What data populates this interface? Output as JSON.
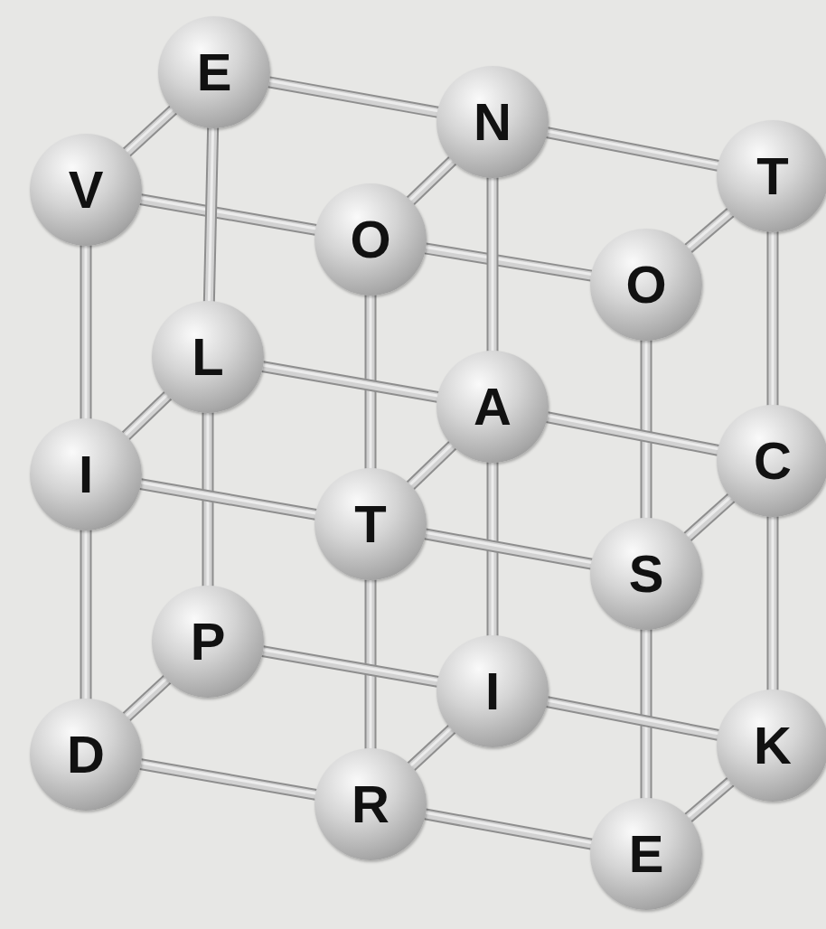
{
  "diagram": {
    "nodes": [
      {
        "text": [
          "E"
        ]
      },
      {
        "text": [
          "N"
        ]
      },
      {
        "text": [
          "T"
        ]
      },
      {
        "text": [
          "V"
        ]
      },
      {
        "text": [
          "O"
        ]
      },
      {
        "text": [
          "O"
        ]
      },
      {
        "text": [
          "L"
        ]
      },
      {
        "text": [
          "A"
        ]
      },
      {
        "text": [
          "C"
        ]
      },
      {
        "text": [
          "I"
        ]
      },
      {
        "text": [
          "T"
        ]
      },
      {
        "text": [
          "S"
        ]
      },
      {
        "text": [
          "P"
        ]
      },
      {
        "text": [
          "I"
        ]
      },
      {
        "text": [
          "K"
        ]
      },
      {
        "text": [
          "D"
        ]
      },
      {
        "text": [
          "R"
        ]
      },
      {
        "text": [
          "E"
        ]
      }
    ],
    "edges": [
      {
        "from": 3,
        "to": 0,
        "arrow": "none"
      },
      {
        "from": 4,
        "to": 1,
        "arrow": "none"
      },
      {
        "from": 5,
        "to": 2,
        "arrow": "none"
      },
      {
        "from": 0,
        "to": 1,
        "arrow": "none"
      },
      {
        "from": 1,
        "to": 2,
        "arrow": "none"
      },
      {
        "from": 3,
        "to": 4,
        "arrow": "none"
      },
      {
        "from": 4,
        "to": 5,
        "arrow": "none"
      },
      {
        "from": 0,
        "to": 6,
        "arrow": "none"
      },
      {
        "from": 6,
        "to": 12,
        "arrow": "none"
      },
      {
        "from": 1,
        "to": 7,
        "arrow": "none"
      },
      {
        "from": 7,
        "to": 13,
        "arrow": "none"
      },
      {
        "from": 2,
        "to": 8,
        "arrow": "none"
      },
      {
        "from": 8,
        "to": 14,
        "arrow": "none"
      },
      {
        "from": 3,
        "to": 9,
        "arrow": "none"
      },
      {
        "from": 9,
        "to": 15,
        "arrow": "none"
      },
      {
        "from": 4,
        "to": 10,
        "arrow": "none"
      },
      {
        "from": 10,
        "to": 16,
        "arrow": "none"
      },
      {
        "from": 5,
        "to": 11,
        "arrow": "none"
      },
      {
        "from": 11,
        "to": 17,
        "arrow": "none"
      },
      {
        "from": 6,
        "to": 7,
        "arrow": "none"
      },
      {
        "from": 7,
        "to": 8,
        "arrow": "none"
      },
      {
        "from": 9,
        "to": 10,
        "arrow": "none"
      },
      {
        "from": 10,
        "to": 11,
        "arrow": "none"
      },
      {
        "from": 9,
        "to": 6,
        "arrow": "none"
      },
      {
        "from": 10,
        "to": 7,
        "arrow": "none"
      },
      {
        "from": 11,
        "to": 8,
        "arrow": "none"
      },
      {
        "from": 12,
        "to": 13,
        "arrow": "none"
      },
      {
        "from": 13,
        "to": 14,
        "arrow": "none"
      },
      {
        "from": 15,
        "to": 16,
        "arrow": "none"
      },
      {
        "from": 16,
        "to": 17,
        "arrow": "none"
      },
      {
        "from": 15,
        "to": 12,
        "arrow": "none"
      },
      {
        "from": 16,
        "to": 13,
        "arrow": "none"
      },
      {
        "from": 17,
        "to": 14,
        "arrow": "none"
      }
    ]
  }
}
